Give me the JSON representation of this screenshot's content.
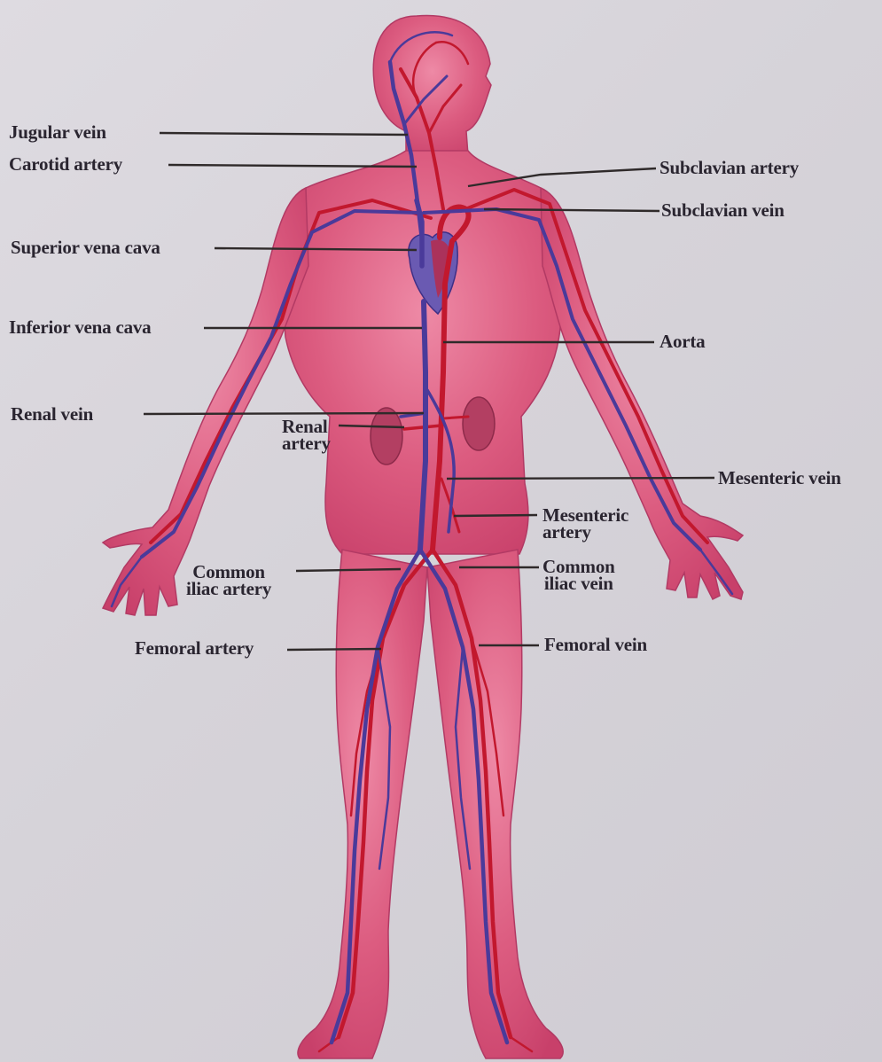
{
  "colors": {
    "background": "#d9d6dc",
    "body": "#d8567a",
    "artery": "#c2182e",
    "vein": "#4a3a9a",
    "leader": "#2f2a2a",
    "text": "#2a2530"
  },
  "labels": {
    "jugular_vein": "Jugular vein",
    "carotid_artery": "Carotid artery",
    "superior_vena_cava": "Superior vena cava",
    "inferior_vena_cava": "Inferior vena cava",
    "renal_vein": "Renal vein",
    "renal_artery_1": "Renal",
    "renal_artery_2": "artery",
    "common_iliac_artery_1": "Common",
    "common_iliac_artery_2": "iliac artery",
    "femoral_artery": "Femoral artery",
    "subclavian_artery": "Subclavian artery",
    "subclavian_vein": "Subclavian vein",
    "aorta": "Aorta",
    "mesenteric_vein": "Mesenteric vein",
    "mesenteric_artery_1": "Mesenteric",
    "mesenteric_artery_2": "artery",
    "common_iliac_vein_1": "Common",
    "common_iliac_vein_2": "iliac vein",
    "femoral_vein": "Femoral vein"
  }
}
